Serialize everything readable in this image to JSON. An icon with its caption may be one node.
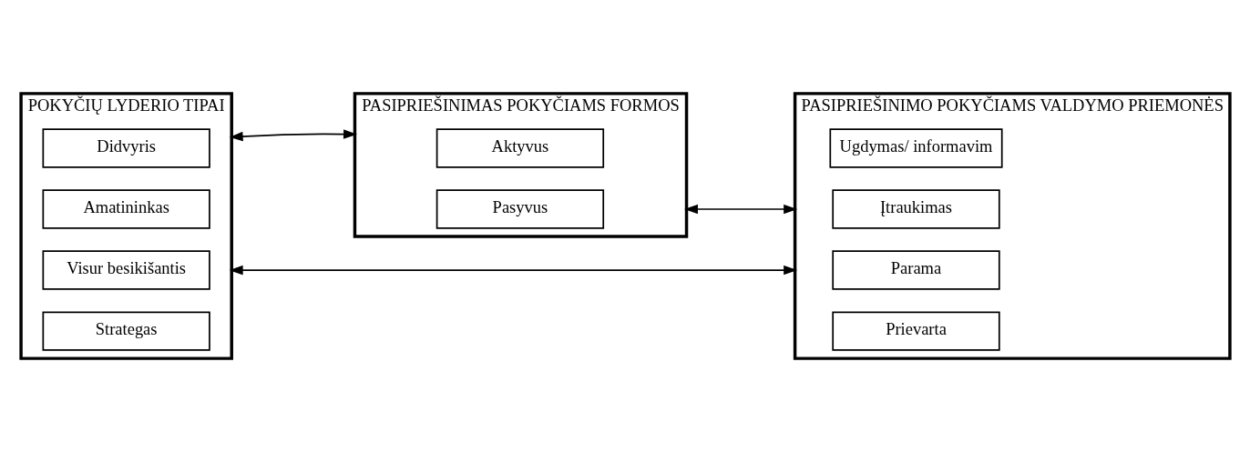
{
  "diagram": {
    "nodes": [
      {
        "text": [
          "POKYČIŲ LYDERIO TIPAI"
        ]
      },
      {
        "text": [
          "Didvyris"
        ],
        "in": 0
      },
      {
        "text": [
          "Amatininkas"
        ],
        "in": 0
      },
      {
        "text": [
          "Visur besikišantis"
        ],
        "in": 0
      },
      {
        "text": [
          "Strategas"
        ],
        "in": 0
      },
      {
        "text": [
          "PASIPRIEŠINIMAS POKYČIAMS FORMOS"
        ]
      },
      {
        "text": [
          "Aktyvus"
        ],
        "in": 5
      },
      {
        "text": [
          "Pasyvus"
        ],
        "in": 5
      },
      {
        "text": [
          "PASIPRIEŠINIMO POKYČIAMS VALDYMO PRIEMONĖS"
        ]
      },
      {
        "text": [
          "Ugdymas/ informavim"
        ],
        "in": 8
      },
      {
        "text": [
          "Įtraukimas"
        ],
        "in": 8
      },
      {
        "text": [
          "Parama"
        ],
        "in": 8
      },
      {
        "text": [
          "Prievarta"
        ],
        "in": 8
      }
    ],
    "edges": [
      {
        "from": 0,
        "to": 5,
        "arrow": "both"
      },
      {
        "from": 5,
        "to": 8,
        "arrow": "both"
      },
      {
        "from": 0,
        "to": 8,
        "arrow": "both"
      }
    ]
  }
}
